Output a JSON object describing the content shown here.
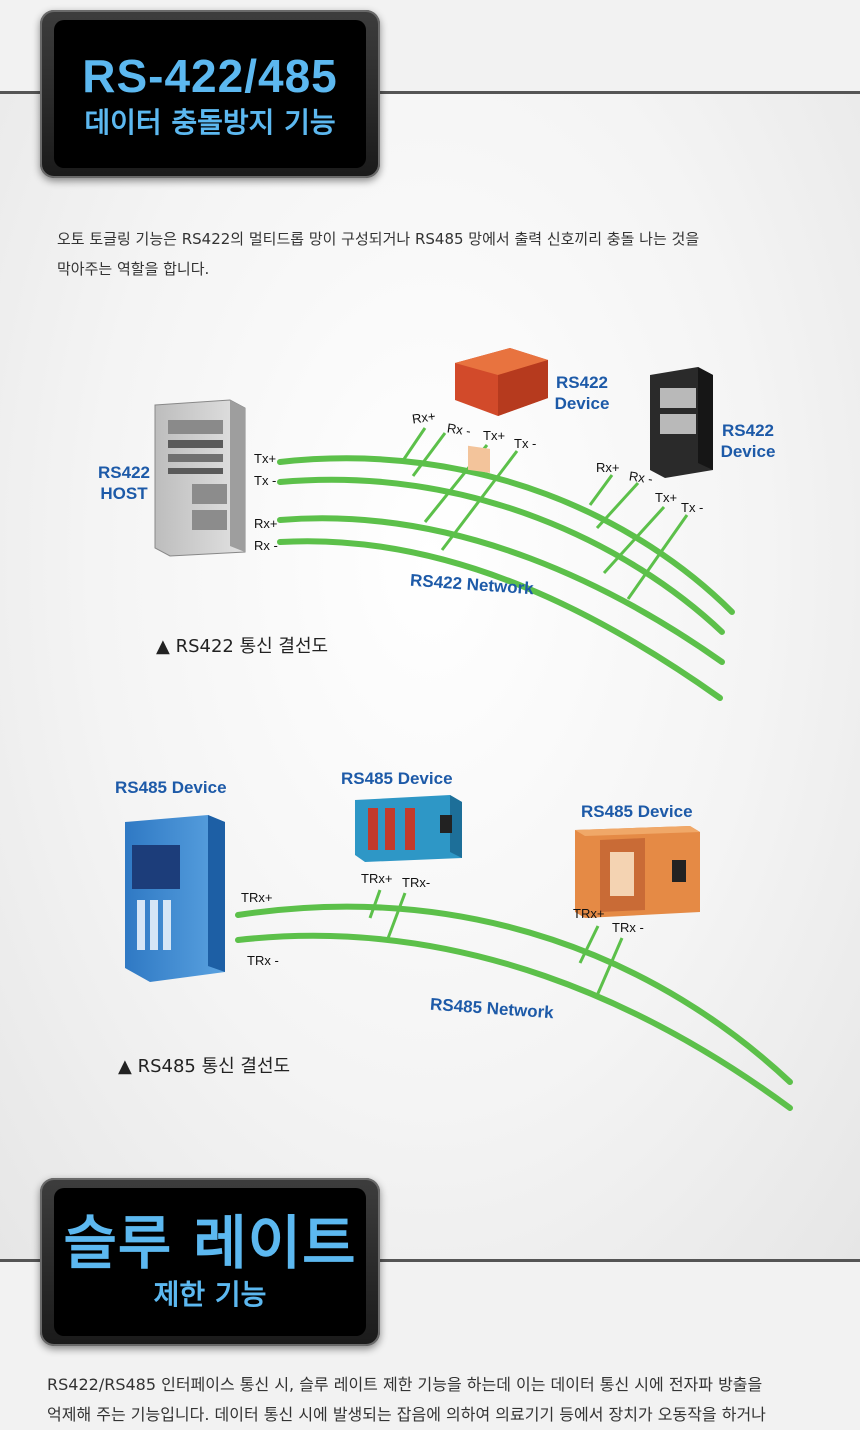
{
  "section1": {
    "badge_line1": "RS-422/485",
    "badge_line2": "데이터 충돌방지 기능",
    "description_lines": [
      "오토 토글링 기능은 RS422의 멀티드롭 망이 구성되거나 RS485 망에서 출력 신호끼리 충돌 나는 것을",
      "막아주는 역할을 합니다."
    ]
  },
  "rs422_diagram": {
    "host_label_line1": "RS422",
    "host_label_line2": "HOST",
    "host_signals": [
      "Tx+",
      "Tx -",
      "Rx+",
      "Rx -"
    ],
    "device1_label_line1": "RS422",
    "device1_label_line2": "Device",
    "device1_signals": [
      "Rx+",
      "Rx -",
      "Tx+",
      "Tx -"
    ],
    "device2_label_line1": "RS422",
    "device2_label_line2": "Device",
    "device2_signals": [
      "Rx+",
      "Rx -",
      "Tx+",
      "Tx -"
    ],
    "network_label": "RS422 Network",
    "caption": "▲ RS422 통신 결선도"
  },
  "rs485_diagram": {
    "device1_label": "RS485 Device",
    "device1_signals": [
      "TRx+",
      "TRx -"
    ],
    "device2_label": "RS485 Device",
    "device2_signals": [
      "TRx+",
      "TRx-"
    ],
    "device3_label": "RS485 Device",
    "device3_signals": [
      "TRx+",
      "TRx -"
    ],
    "network_label": "RS485 Network",
    "caption": "▲ RS485 통신 결선도"
  },
  "section2": {
    "badge_line1": "슬루 레이트",
    "badge_line2": "제한 기능",
    "description_lines": [
      "RS422/RS485 인터페이스 통신 시, 슬루 레이트 제한 기능을 하는데 이는 데이터 통신 시에 전자파 방출을",
      "억제해 주는 기능입니다. 데이터 통신 시에 발생되는 잡음에 의하여 의료기기 등에서 장치가 오동작을 하거나"
    ]
  },
  "colors": {
    "accent_blue": "#5cb8f0",
    "label_blue": "#1d5aa8",
    "wire_green": "#5cc04a"
  }
}
